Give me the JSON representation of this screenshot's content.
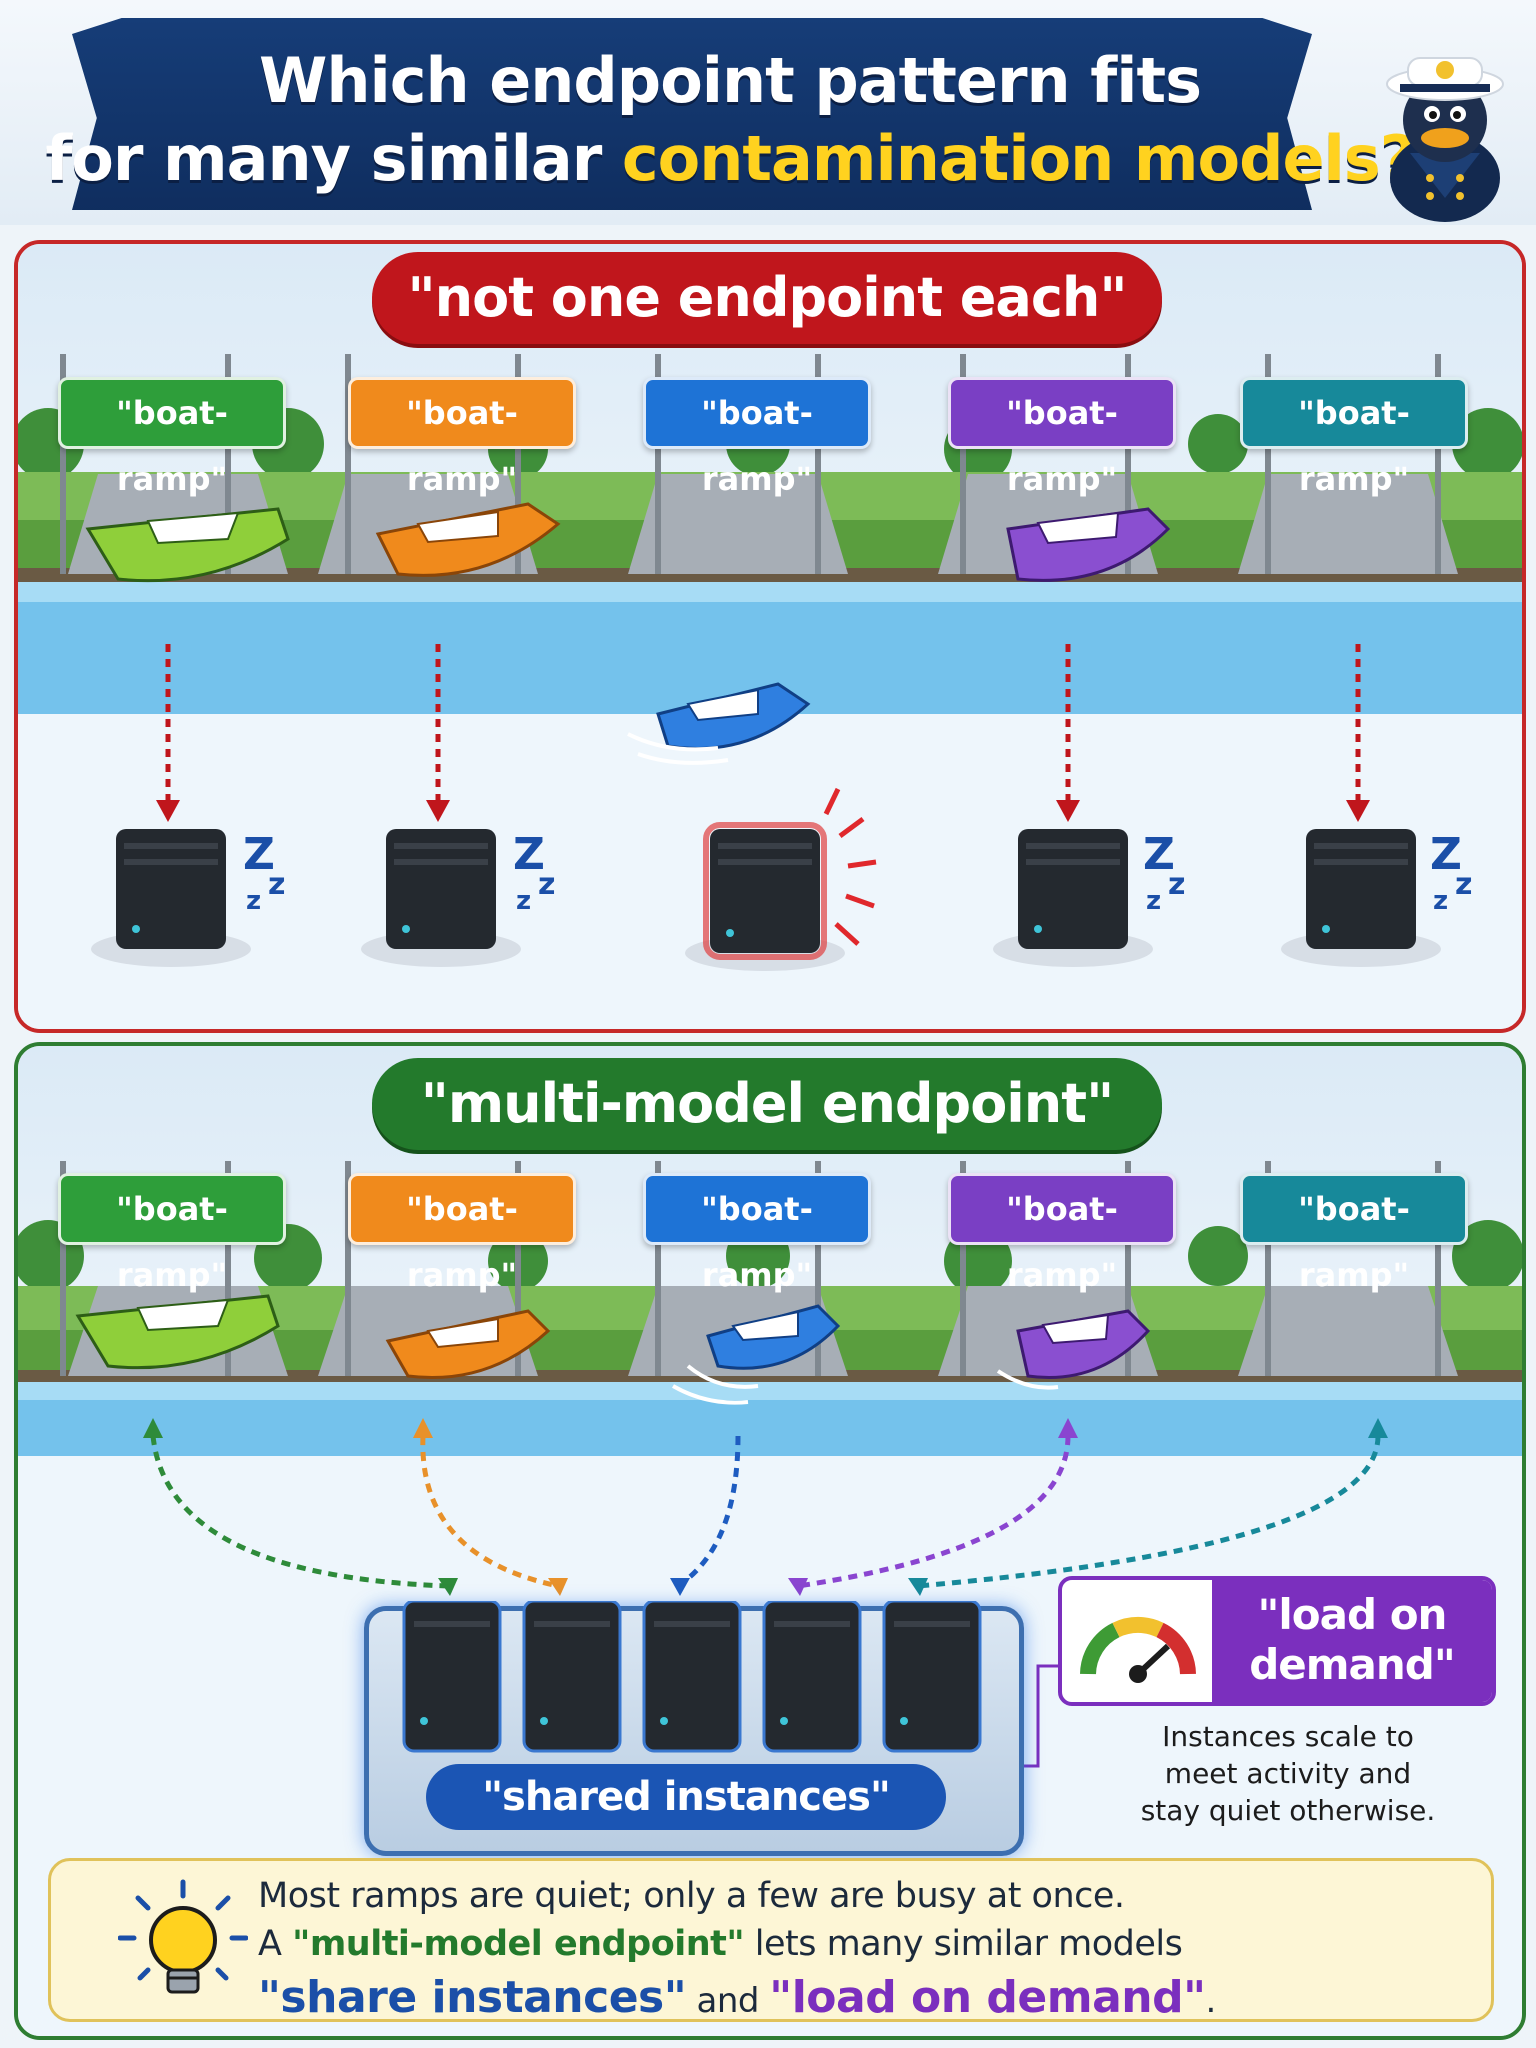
{
  "header": {
    "title_line1": "Which endpoint pattern fits",
    "title_line2_prefix": "for many similar ",
    "title_line2_highlight": "contamination models?"
  },
  "panel_one": {
    "title": "\"not one endpoint each\"",
    "ramps": [
      {
        "label": "\"boat-ramp\"",
        "color": "#2e9e3a",
        "boat": "green",
        "server_state": "asleep",
        "snore": "Z z z"
      },
      {
        "label": "\"boat-ramp\"",
        "color": "#f08a1c",
        "boat": "orange",
        "server_state": "asleep",
        "snore": "Z z z"
      },
      {
        "label": "\"boat-ramp\"",
        "color": "#1e73d6",
        "boat": "blue-in-water",
        "server_state": "active",
        "snore": ""
      },
      {
        "label": "\"boat-ramp\"",
        "color": "#7a3fc4",
        "boat": "purple",
        "server_state": "asleep",
        "snore": "Z z z"
      },
      {
        "label": "\"boat-ramp\"",
        "color": "#17899a",
        "boat": "none",
        "server_state": "asleep",
        "snore": "Z z z"
      }
    ]
  },
  "panel_two": {
    "title": "\"multi-model endpoint\"",
    "ramps": [
      {
        "label": "\"boat-ramp\"",
        "color": "#2e9e3a",
        "boat": "green"
      },
      {
        "label": "\"boat-ramp\"",
        "color": "#f08a1c",
        "boat": "orange"
      },
      {
        "label": "\"boat-ramp\"",
        "color": "#1e73d6",
        "boat": "blue"
      },
      {
        "label": "\"boat-ramp\"",
        "color": "#7a3fc4",
        "boat": "purple"
      },
      {
        "label": "\"boat-ramp\"",
        "color": "#17899a",
        "boat": "none"
      }
    ],
    "shared_instances_label": "\"shared instances\"",
    "load_on_demand_label": "\"load on demand\"",
    "load_on_demand_line1": "\"load on",
    "load_on_demand_line2": "demand\"",
    "load_desc_line1": "Instances scale to",
    "load_desc_line2": "meet activity and",
    "load_desc_line3": "stay quiet otherwise.",
    "tip_line1": "Most ramps are quiet; only a few are busy at once.",
    "tip_line2_a": "A ",
    "tip_line2_b": "\"multi-model endpoint\"",
    "tip_line2_c": " lets many similar models",
    "tip_line3_a": "\"share instances\"",
    "tip_line3_b": " and ",
    "tip_line3_c": "\"load on demand\"",
    "tip_line3_d": "."
  },
  "icons": [
    "sailor-duck-icon",
    "boat-icon",
    "server-icon",
    "sleep-z-icon",
    "gauge-icon",
    "lightbulb-icon"
  ],
  "colors": {
    "navy": "#163d78",
    "yellow": "#ffd21f",
    "red": "#c0161c",
    "green": "#237a2c",
    "blue": "#1b55b4",
    "purple": "#7b2fbe"
  }
}
